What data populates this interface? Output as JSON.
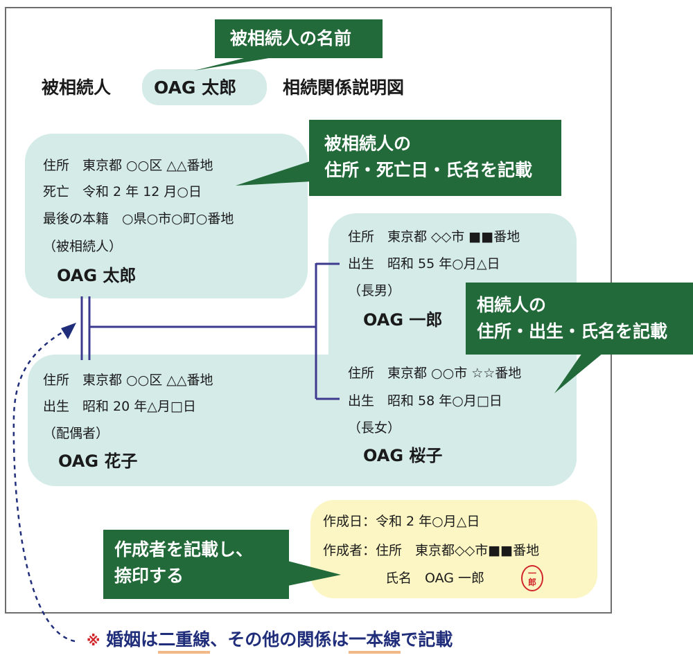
{
  "title": {
    "prefix": "被相続人",
    "name": "OAG 太郎",
    "suffix": "相続関係説明図",
    "callout": "被相続人の名前"
  },
  "deceased": {
    "address": "住所　東京都 ○○区 △△番地",
    "death": "死亡　令和 2 年 12 月○日",
    "domicile": "最後の本籍　○県○市○町○番地",
    "role": "（被相続人）",
    "name": "OAG 太郎",
    "callout_line1": "被相続人の",
    "callout_line2": "住所・死亡日・氏名を記載"
  },
  "spouse": {
    "address": "住所　東京都 ○○区 △△番地",
    "birth": "出生　昭和 20 年△月□日",
    "role": "（配偶者）",
    "name": "OAG 花子"
  },
  "son": {
    "address": "住所　東京都 ◇◇市 ■■番地",
    "birth": "出生　昭和 55 年○月△日",
    "role": "（長男）",
    "name": "OAG 一郎"
  },
  "daughter": {
    "address": "住所　東京都 ○○市 ☆☆番地",
    "birth": "出生　昭和 58 年○月□日",
    "role": "（長女）",
    "name": "OAG 桜子"
  },
  "heirs_callout": {
    "line1": "相続人の",
    "line2": "住所・出生・氏名を記載"
  },
  "creator": {
    "date": "作成日：令和 2 年○月△日",
    "address": "作成者：住所　東京都◇◇市■■番地",
    "name": "氏名　OAG 一郎",
    "seal": "一\n郎",
    "callout_line1": "作成者を記載し、",
    "callout_line2": "捺印する"
  },
  "footnote": {
    "mark": "※",
    "part1": "婚姻は",
    "double_line": "二重線",
    "part2": "、その他の関係は",
    "single_line": "一本線",
    "part3": "で記載"
  },
  "colors": {
    "box_fill": "#d4ebe8",
    "callout_green": "#236a3a",
    "line_navy": "#3b3a8e",
    "creator_fill": "#fbf6c3",
    "seal_red": "#d0262a",
    "underline_orange": "#f2b887"
  }
}
